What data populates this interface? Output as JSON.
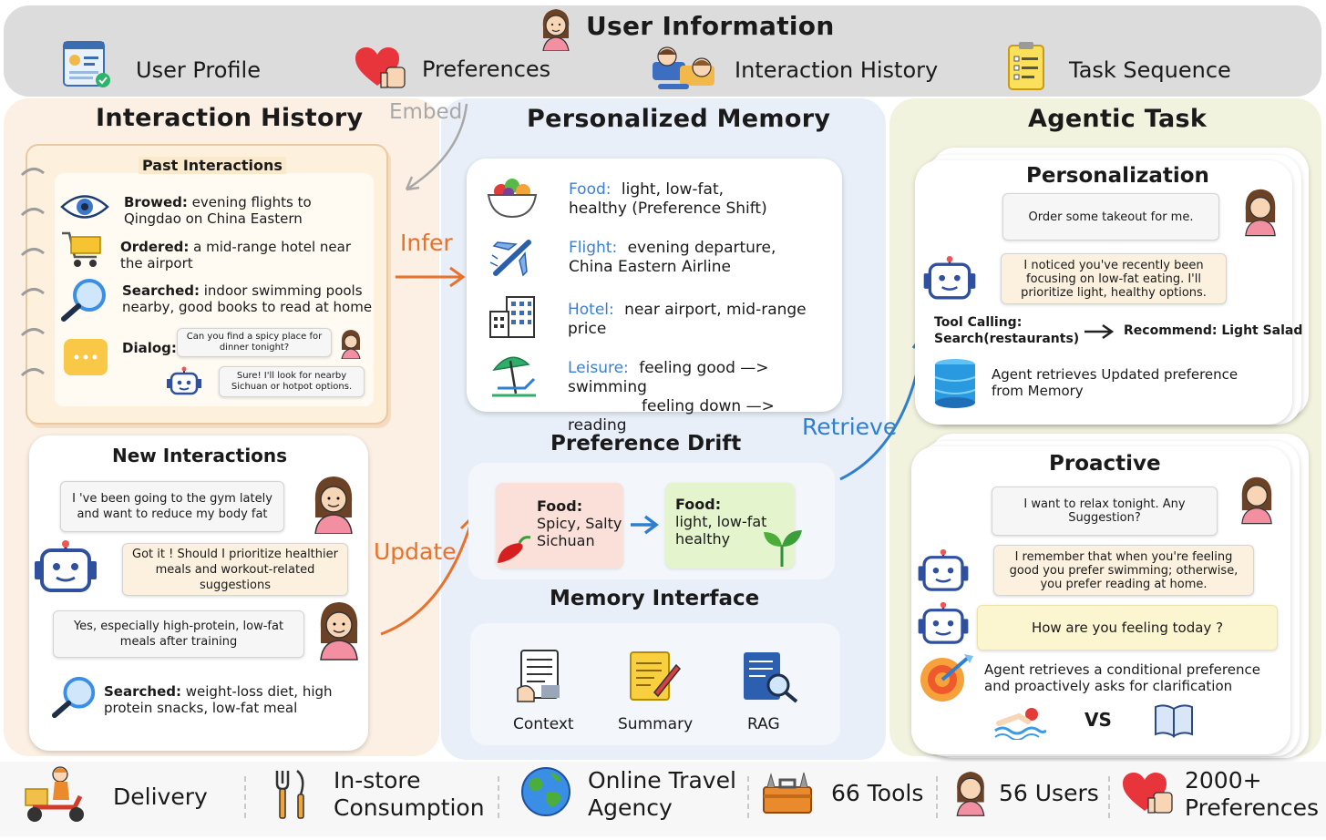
{
  "header": {
    "title": "User Information",
    "items": [
      "User Profile",
      "Preferences",
      "Interaction History",
      "Task Sequence"
    ]
  },
  "left": {
    "title": "Interaction History",
    "past": {
      "title": "Past Interactions",
      "browed_label": "Browed:",
      "browed_text": " evening flights to",
      "browed_text2": "Qingdao on China Eastern",
      "ordered_label": "Ordered:",
      "ordered_text": " a mid-range hotel near",
      "ordered_text2": "the airport",
      "searched_label": "Searched:",
      "searched_text": " indoor swimming pools",
      "searched_text2": "nearby, good books to read at home",
      "dialog_label": "Dialog:",
      "dialog_user": "Can you find a spicy place for dinner tonight?",
      "dialog_bot": "Sure! I'll look for nearby Sichuan or hotpot options."
    },
    "new": {
      "title": "New Interactions",
      "user1": "I 've been going to the gym lately and want to reduce my body fat",
      "bot1": "Got it ! Should I prioritize healthier meals and workout-related suggestions",
      "user2": "Yes, especially high-protein, low-fat meals after training",
      "searched_label": "Searched:",
      "searched_text": " weight-loss diet, high",
      "searched_text2": "protein snacks, low-fat meal"
    }
  },
  "arrows": {
    "embed": "Embed",
    "infer": "Infer",
    "update": "Update",
    "retrieve": "Retrieve"
  },
  "middle": {
    "title": "Personalized Memory",
    "food_label": "Food:",
    "food_text": "light,  low-fat,",
    "food_text2": "healthy   (Preference Shift)",
    "flight_label": "Flight:",
    "flight_text": "evening departure,",
    "flight_text2": "China Eastern Airline",
    "hotel_label": "Hotel:",
    "hotel_text": "near airport, mid-range",
    "hotel_text2": "price",
    "leisure_label": "Leisure:",
    "leisure_text": "feeling good —> swimming",
    "leisure_text2": "feeling down —> reading",
    "drift_title": "Preference Drift",
    "drift_old_label": "Food:",
    "drift_old_text": "Spicy, Salty",
    "drift_old_text2": "Sichuan",
    "drift_new_label": "Food:",
    "drift_new_text": "light, low-fat",
    "drift_new_text2": "healthy",
    "interface_title": "Memory Interface",
    "interface_items": [
      "Context",
      "Summary",
      "RAG"
    ]
  },
  "right": {
    "title": "Agentic Task",
    "personalization": {
      "title": "Personalization",
      "user": "Order some takeout for me.",
      "bot": "I noticed you've recently been focusing on low-fat eating. I'll prioritize light, healthy options.",
      "tool_label": "Tool Calling:",
      "tool_text": "Search(restaurants)",
      "recommend": "Recommend: Light Salad",
      "retrieves": "Agent retrieves Updated preference",
      "retrieves2": "from Memory"
    },
    "proactive": {
      "title": "Proactive",
      "user": "I want to relax tonight. Any Suggestion?",
      "bot": "I remember that when you're feeling good you prefer swimming; otherwise, you prefer reading at home.",
      "bot2": "How are you feeling today ?",
      "note": "Agent retrieves a conditional preference",
      "note2": "and proactively asks for clarification",
      "vs": "VS"
    }
  },
  "footer": {
    "delivery": "Delivery",
    "instore1": "In-store",
    "instore2": "Consumption",
    "ota1": "Online Travel",
    "ota2": "Agency",
    "tools": "66 Tools",
    "users": "56 Users",
    "prefs1": "2000+",
    "prefs2": "Preferences"
  },
  "colors": {
    "header_bg": "#dcdcdc",
    "left_bg": "#fcefe3",
    "middle_bg": "#e8eff8",
    "right_bg": "#f2f3df",
    "orange_arrow": "#e8712b",
    "blue_arrow": "#2f7fd0",
    "label_blue": "#3a7fd5",
    "drift_old_bg": "#fbe0d9",
    "drift_new_bg": "#e4f4cc"
  }
}
